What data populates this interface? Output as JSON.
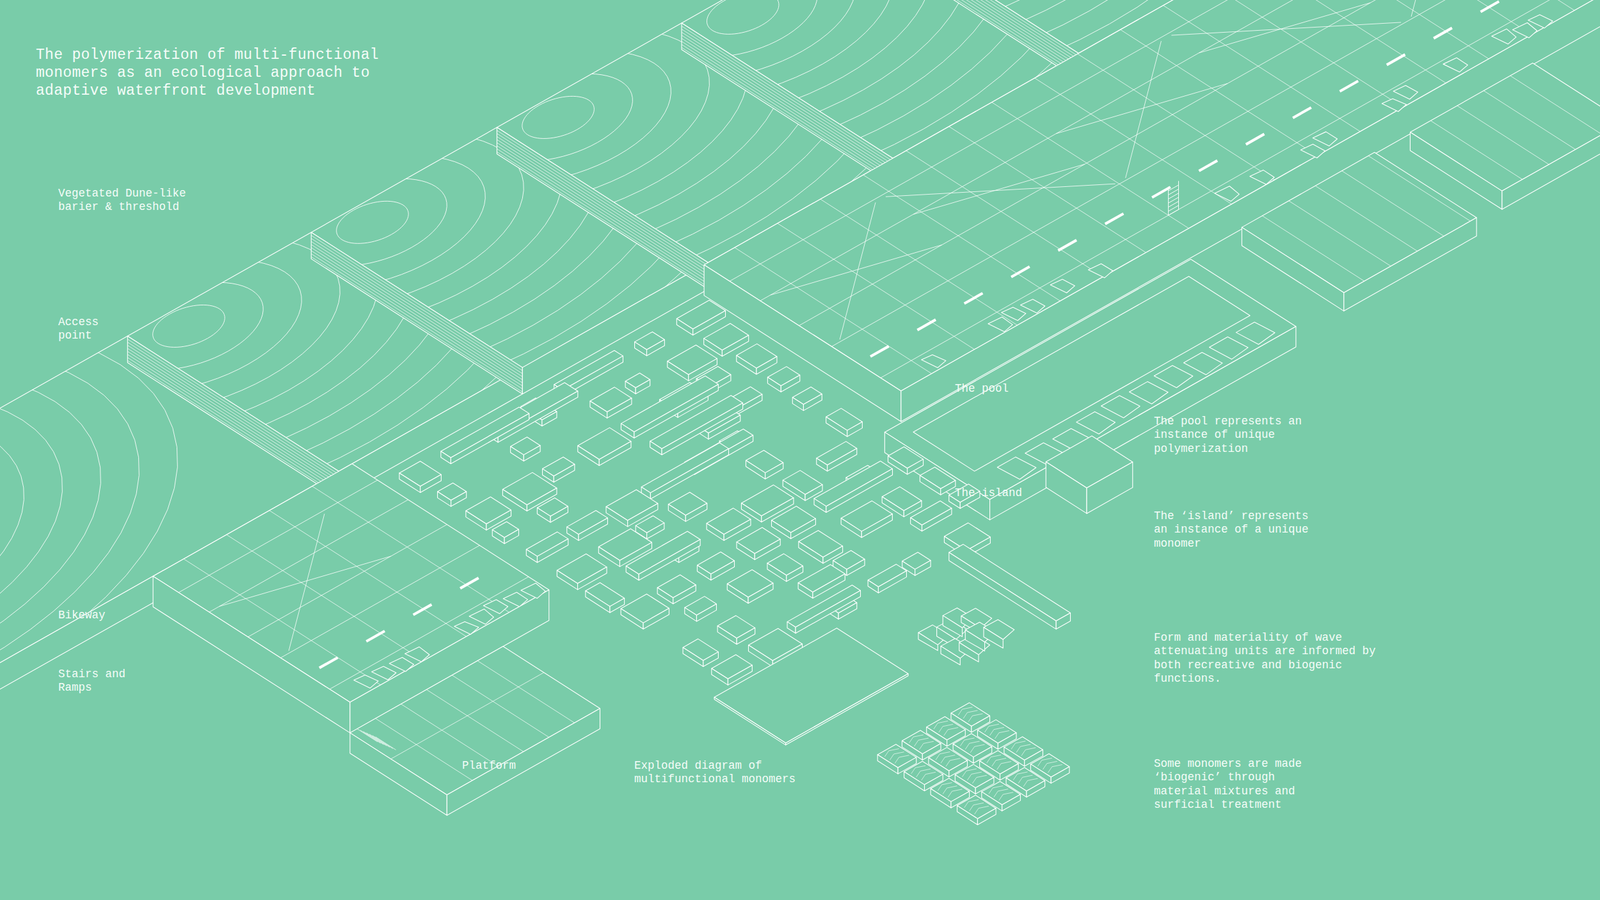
{
  "diagram": {
    "title": "The polymerization of multi-functional monomers as an ecological approach to adaptive waterfront development",
    "labels": [
      "Vegetated Dune-like barier & threshold",
      "Access point",
      "Bikeway",
      "Stairs and Ramps",
      "Platform",
      "Exploded diagram of multifunctional monomers",
      "The pool",
      "The island",
      "The pool represents an instance of unique polymerization",
      "The ‘island’ represents an instance of a unique monomer",
      "Form and materiality of wave attenuating units are informed by both recreative and biogenic functions.",
      "Some monomers are made ‘biogenic’ through material mixtures and surficial treatment"
    ]
  }
}
